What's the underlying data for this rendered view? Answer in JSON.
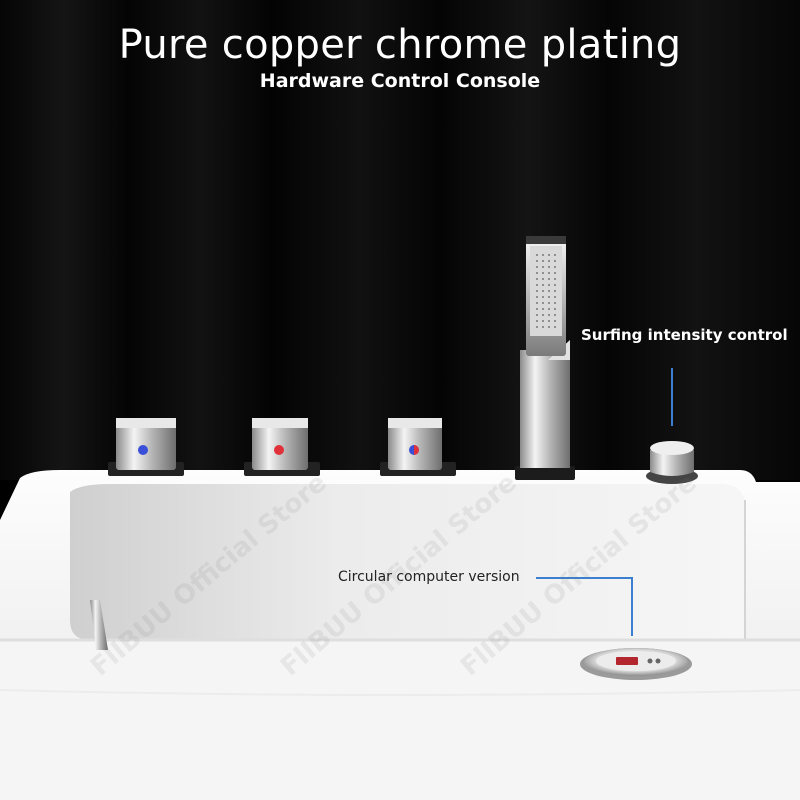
{
  "heading": {
    "title": "Pure copper chrome plating",
    "subtitle": "Hardware Control Console"
  },
  "callouts": {
    "surfing": "Surfing intensity control",
    "circular": "Circular computer version"
  },
  "watermark": {
    "text": "FlIBUU Official Store"
  },
  "colors": {
    "background": "#050505",
    "tub": "#f2f2f2",
    "chrome": "#c9c9c9",
    "leader_line": "#3b7fd0",
    "cold_indicator": "#3a4fd8",
    "hot_indicator": "#e0313a"
  }
}
